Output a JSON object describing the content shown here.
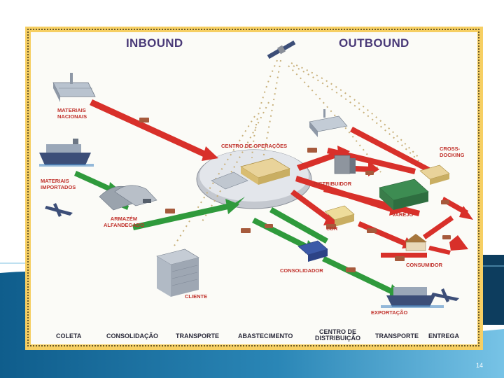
{
  "headers": {
    "inbound": "INBOUND",
    "outbound": "OUTBOUND"
  },
  "labels": {
    "materiais_nacionais": "MATERIAIS\nNACIONAIS",
    "materiais_importados": "MATERIAIS\nIMPORTADOS",
    "armazem_alfandegado": "ARMAZÉM\nALFANDEGADO",
    "centro_de_operacoes": "CENTRO DE OPERAÇÕES",
    "distribuidor": "DISTRIBUIDOR",
    "cross_docking": "CROSS-\nDOCKING",
    "varejo": "VAREJO",
    "cdr": "CDR",
    "consumidor": "CONSUMIDOR",
    "consolidador": "CONSOLIDADOR",
    "cliente": "CLIENTE",
    "exportacao": "EXPORTAÇÃO"
  },
  "phases": {
    "coleta": "COLETA",
    "consolidacao": "CONSOLIDAÇÃO",
    "transporte_1": "TRANSPORTE",
    "abastecimento": "ABASTECIMENTO",
    "centro_distribuicao": "CENTRO DE\nDISTRIBUIÇÃO",
    "transporte_2": "TRANSPORTE",
    "entrega": "ENTREGA"
  },
  "slide_number": "14",
  "colors": {
    "frame": "#f6cf63",
    "inbound_flow": "#2f9a3c",
    "outbound_flow": "#d8302a",
    "header_text": "#4a3a78",
    "label_text": "#c0302a"
  }
}
